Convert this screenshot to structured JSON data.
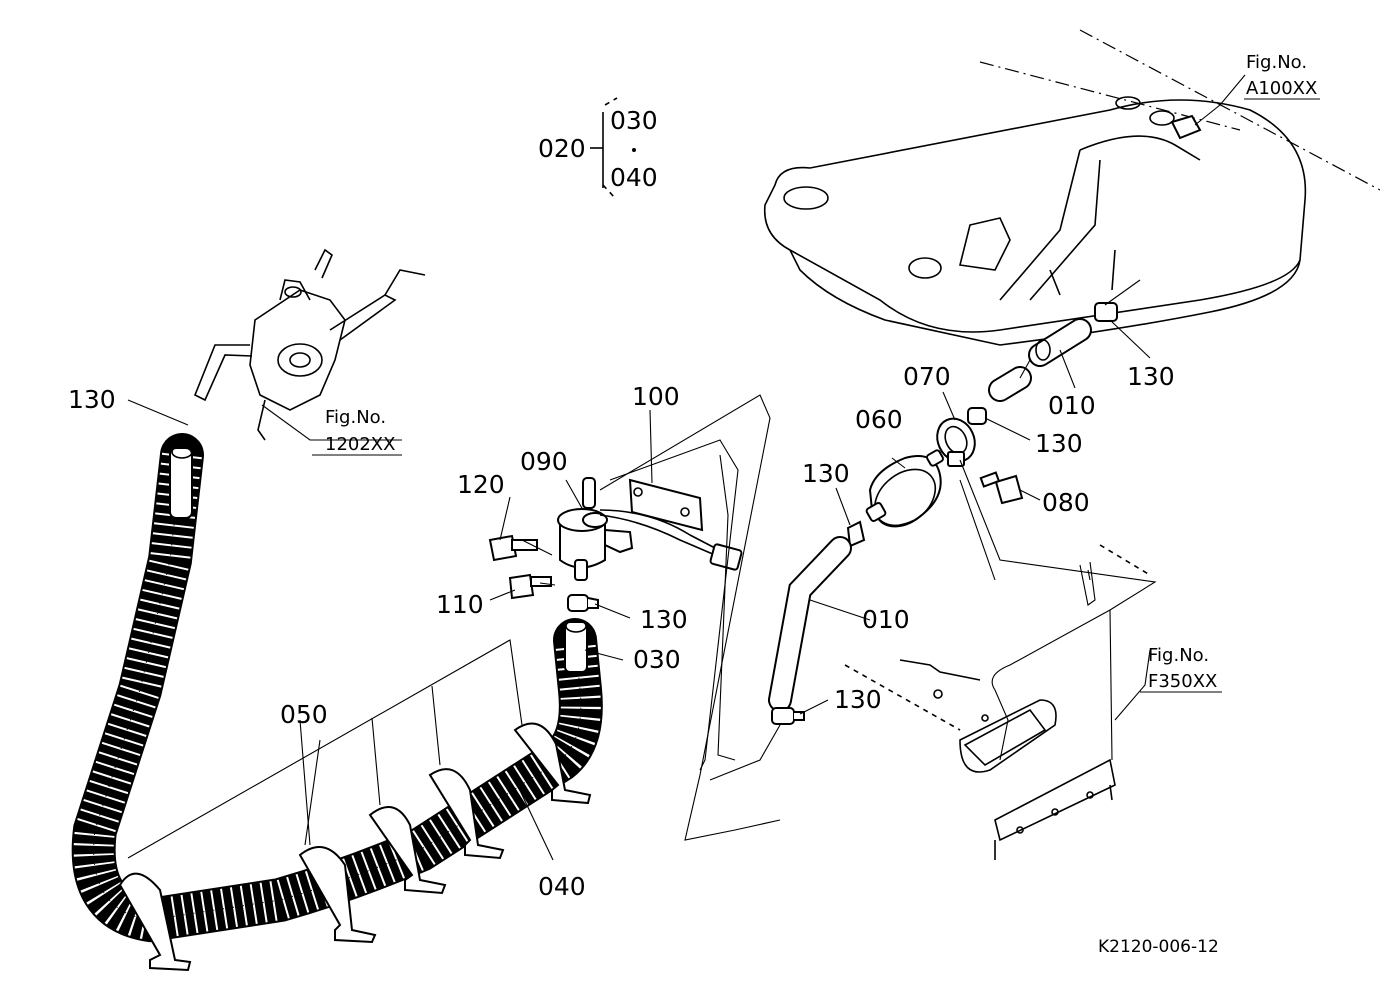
{
  "labels": {
    "c020": "020",
    "c030_top": "030",
    "c040_top": "040",
    "c100": "100",
    "c090": "090",
    "c120": "120",
    "c110": "110",
    "c130_left": "130",
    "c130_pump": "130",
    "c030_hose": "030",
    "c050": "050",
    "c040_hose": "040",
    "c070": "070",
    "c060": "060",
    "c130_filter": "130",
    "c130_tank": "130",
    "c010_top": "010",
    "c130_mid": "130",
    "c080": "080",
    "c010_hose": "010",
    "c130_bottom": "130"
  },
  "figrefs": {
    "a100_title": "Fig.No.",
    "a100_code": "A100XX",
    "carb_title": "Fig.No.",
    "carb_code": "1202XX",
    "f350_title": "Fig.No.",
    "f350_code": "F350XX"
  },
  "doc_id": "K2120-006-12"
}
